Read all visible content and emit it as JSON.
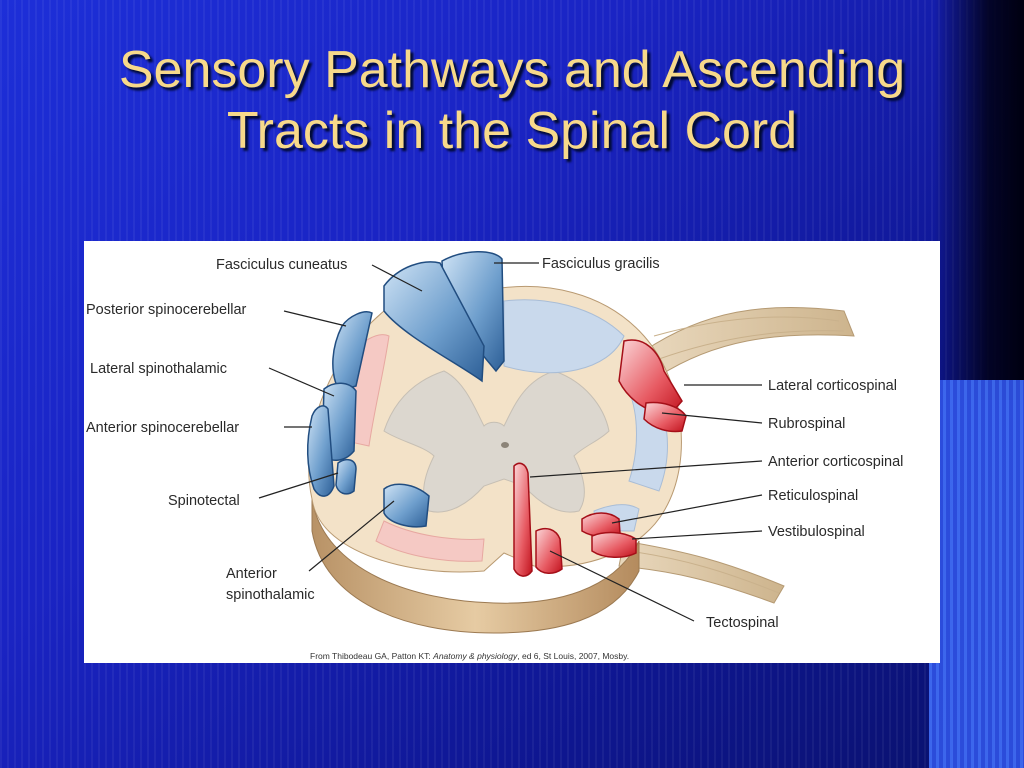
{
  "slide": {
    "title": "Sensory Pathways and Ascending Tracts in the Spinal Cord"
  },
  "diagram": {
    "labels": {
      "fasciculus_cuneatus": "Fasciculus cuneatus",
      "fasciculus_gracilis": "Fasciculus gracilis",
      "posterior_spinocerebellar": "Posterior spinocerebellar",
      "lateral_spinothalamic": "Lateral spinothalamic",
      "anterior_spinocerebellar": "Anterior spinocerebellar",
      "spinotectal": "Spinotectal",
      "anterior_spinothalamic_1": "Anterior",
      "anterior_spinothalamic_2": "spinothalamic",
      "lateral_corticospinal": "Lateral corticospinal",
      "rubrospinal": "Rubrospinal",
      "anterior_corticospinal": "Anterior corticospinal",
      "reticulospinal": "Reticulospinal",
      "vestibulospinal": "Vestibulospinal",
      "tectospinal": "Tectospinal"
    },
    "credit": {
      "prefix": "From Thibodeau GA, Patton KT: ",
      "book": "Anatomy & physiology",
      "suffix": ", ed 6, St Louis, 2007, Mosby."
    },
    "colors": {
      "ascending_blue": "#3d78b2",
      "descending_red": "#d8202a",
      "white_matter": "#f4e4cc",
      "gray_matter": "#d9d4cc"
    }
  }
}
